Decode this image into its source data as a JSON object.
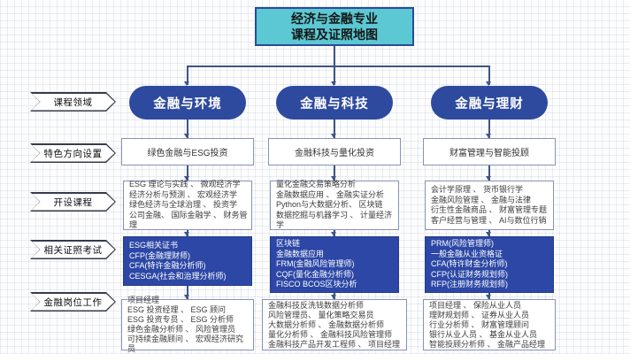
{
  "title_lines": [
    "经济与金融专业",
    "课程及证照地图"
  ],
  "row_labels": [
    "课程领域",
    "特色方向设置",
    "开设课程",
    "相关证照考试",
    "金融岗位工作"
  ],
  "columns": [
    {
      "header": "金融与环境",
      "direction": "绿色金融与ESG投资",
      "courses": [
        "ESG 理论与实践 、 微观经济学",
        "经济分析与预测 、 宏观经济学",
        "绿色经济与全球治理 、 投资学",
        "公司金融、 国际金融学 、 财务管理"
      ],
      "certificates": [
        "ESG相关证书",
        "CFP(金融理财师)",
        "CFA(特许金融分析师)",
        "CESGA(社会和治理分析师)"
      ],
      "jobs": [
        "项目经理",
        "ESG 投资经理 、 ESG 顾问",
        "ESG 投资专员 、 ESG 分析师",
        "绿色金融分析师 、 风险管理员",
        "可持续金融顾问 、 宏观经济研究员"
      ]
    },
    {
      "header": "金融与科技",
      "direction": "金融科技与量化投资",
      "courses": [
        "量化金融交易策略分析",
        "金融数据应用 、 金融实证分析",
        "Python与大数据分析、 区块链",
        "数据挖掘与机器学习 、 计量经济学"
      ],
      "certificates": [
        "区块链",
        "金融数据应用",
        "FRM(金融风险管理师)",
        "CQF(量化金融分析师)",
        "FISCO BCOS区块分析"
      ],
      "jobs": [
        "金融科技反洗钱数据分析师",
        "风险管理员、 量化策略交易员",
        "大数据分析师 、 金融数据分析师",
        "量化分析师 、 金融科技风险管理师",
        "金融科技产品开发工程师 、 项目经理"
      ]
    },
    {
      "header": "金融与理财",
      "direction": "财富管理与智能投顾",
      "courses": [
        "会计学原理 、 货币银行学",
        "金融风险管理 、 金融与法律",
        "衍生性金融商品 、 财富管理专题",
        "客户经营与管理 、 AI与数位行销"
      ],
      "certificates": [
        "PRM(风险管理师)",
        "一般金融从业资格证",
        "CFA(特许财金分析师)",
        "CFP(认证财务规划师)",
        "RFP(注册财务规划师)"
      ],
      "jobs": [
        "项目经理 、 保险从业人员",
        "理财规划师 、 证券从业人员",
        "行业分析师 、 财富管理顾问",
        "银行从业人员 、 基金从业人员",
        "智能投顾分析师 、 金融产品经理"
      ]
    }
  ],
  "colors": {
    "title_fill": "#5bc8d3",
    "title_border": "#2b4a9b",
    "header_fill": "#2e4a9e",
    "certificate_fill": "#2c47a5",
    "box_border": "#8793b8",
    "connector": "#3f5585",
    "background": "#fdfdfd"
  }
}
